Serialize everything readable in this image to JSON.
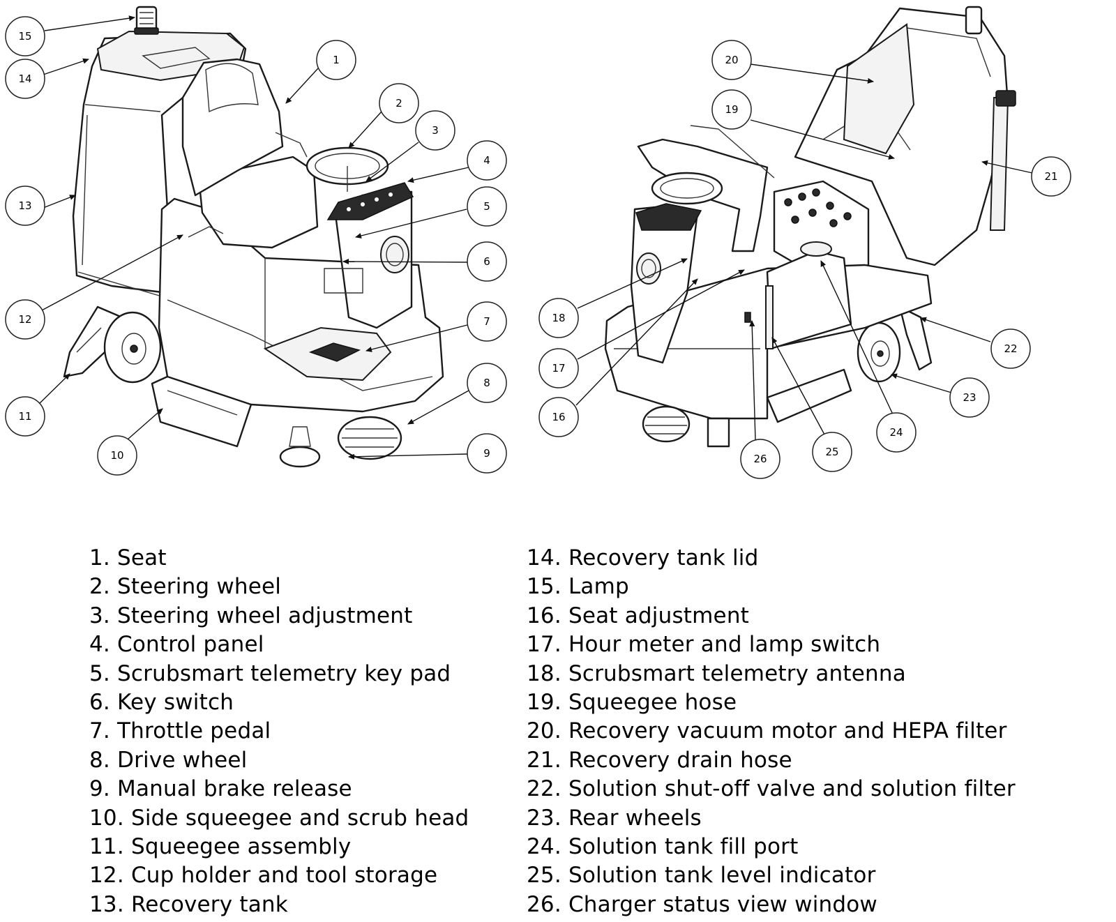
{
  "legend_left": [
    "1. Seat",
    "2. Steering wheel",
    "3. Steering wheel adjustment",
    "4. Control panel",
    "5. Scrubsmart telemetry key pad",
    "6. Key switch",
    "7. Throttle pedal",
    "8. Drive wheel",
    "9. Manual brake release",
    "10. Side squeegee and scrub head",
    "11. Squeegee assembly",
    "12. Cup holder and tool storage",
    "13. Recovery tank"
  ],
  "legend_right": [
    "14. Recovery tank lid",
    "15. Lamp",
    "16. Seat adjustment",
    "17. Hour meter and lamp switch",
    "18. Scrubsmart telemetry antenna",
    "19. Squeegee hose",
    "20. Recovery vacuum motor and HEPA filter",
    "21. Recovery drain hose",
    "22. Solution shut-off valve and solution filter",
    "23. Rear wheels",
    "24. Solution tank fill port",
    "25. Solution tank level indicator",
    "26. Charger status view window"
  ],
  "callouts": [
    {
      "num": "1"
    },
    {
      "num": "2"
    },
    {
      "num": "3"
    },
    {
      "num": "4"
    },
    {
      "num": "5"
    },
    {
      "num": "6"
    },
    {
      "num": "7"
    },
    {
      "num": "8"
    },
    {
      "num": "9"
    },
    {
      "num": "10"
    },
    {
      "num": "11"
    },
    {
      "num": "12"
    },
    {
      "num": "13"
    },
    {
      "num": "14"
    },
    {
      "num": "15"
    },
    {
      "num": "16"
    },
    {
      "num": "17"
    },
    {
      "num": "18"
    },
    {
      "num": "19"
    },
    {
      "num": "20"
    },
    {
      "num": "21"
    },
    {
      "num": "22"
    },
    {
      "num": "23"
    },
    {
      "num": "24"
    },
    {
      "num": "25"
    },
    {
      "num": "26"
    }
  ]
}
